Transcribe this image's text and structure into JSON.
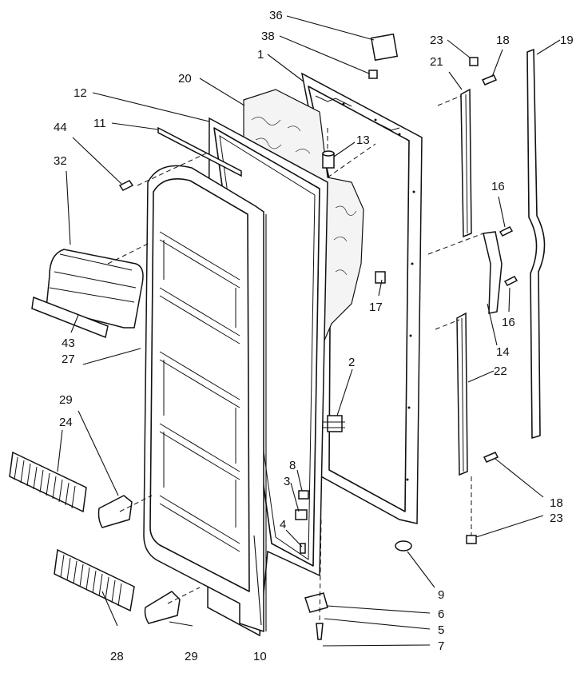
{
  "callouts": [
    {
      "id": "36",
      "label": "36"
    },
    {
      "id": "38",
      "label": "38"
    },
    {
      "id": "1",
      "label": "1"
    },
    {
      "id": "20",
      "label": "20"
    },
    {
      "id": "12",
      "label": "12"
    },
    {
      "id": "11",
      "label": "11"
    },
    {
      "id": "44",
      "label": "44"
    },
    {
      "id": "13",
      "label": "13"
    },
    {
      "id": "32",
      "label": "32"
    },
    {
      "id": "17",
      "label": "17"
    },
    {
      "id": "43",
      "label": "43"
    },
    {
      "id": "27",
      "label": "27"
    },
    {
      "id": "29a",
      "label": "29"
    },
    {
      "id": "24",
      "label": "24"
    },
    {
      "id": "2",
      "label": "2"
    },
    {
      "id": "8",
      "label": "8"
    },
    {
      "id": "3",
      "label": "3"
    },
    {
      "id": "4",
      "label": "4"
    },
    {
      "id": "9",
      "label": "9"
    },
    {
      "id": "6",
      "label": "6"
    },
    {
      "id": "5",
      "label": "5"
    },
    {
      "id": "7",
      "label": "7"
    },
    {
      "id": "28",
      "label": "28"
    },
    {
      "id": "29b",
      "label": "29"
    },
    {
      "id": "10",
      "label": "10"
    },
    {
      "id": "23a",
      "label": "23"
    },
    {
      "id": "18a",
      "label": "18"
    },
    {
      "id": "19",
      "label": "19"
    },
    {
      "id": "21",
      "label": "21"
    },
    {
      "id": "16a",
      "label": "16"
    },
    {
      "id": "16b",
      "label": "16"
    },
    {
      "id": "14",
      "label": "14"
    },
    {
      "id": "22",
      "label": "22"
    },
    {
      "id": "18b",
      "label": "18"
    },
    {
      "id": "23b",
      "label": "23"
    }
  ]
}
